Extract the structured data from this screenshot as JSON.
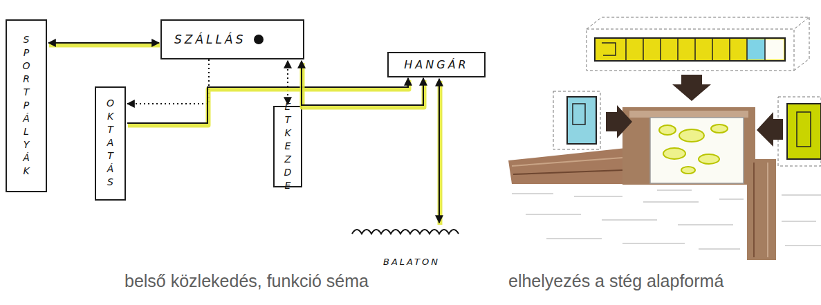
{
  "diagram": {
    "nodes": [
      {
        "text": [
          "SPORTPÁLYÁK"
        ]
      },
      {
        "text": [
          "SZÁLLÁS"
        ]
      },
      {
        "text": [
          "HANGÁR"
        ]
      },
      {
        "text": [
          "OKTATÁS"
        ]
      },
      {
        "text": [
          "ÉTKEZDE"
        ]
      },
      {
        "text": [
          "BALATON"
        ]
      }
    ],
    "edges": [
      {
        "from": 0,
        "to": 1,
        "arrow": "both"
      },
      {
        "from": 1,
        "to": 3,
        "arrow": "to"
      },
      {
        "from": 1,
        "to": 4,
        "arrow": "both"
      },
      {
        "from": 3,
        "to": 2,
        "arrow": "to"
      },
      {
        "from": 1,
        "to": 2,
        "arrow": "both"
      },
      {
        "from": 2,
        "to": 5,
        "arrow": "both"
      }
    ],
    "labels": [
      "belső közlekedés, funkció séma",
      "elhelyezés a stég alapformá"
    ]
  }
}
